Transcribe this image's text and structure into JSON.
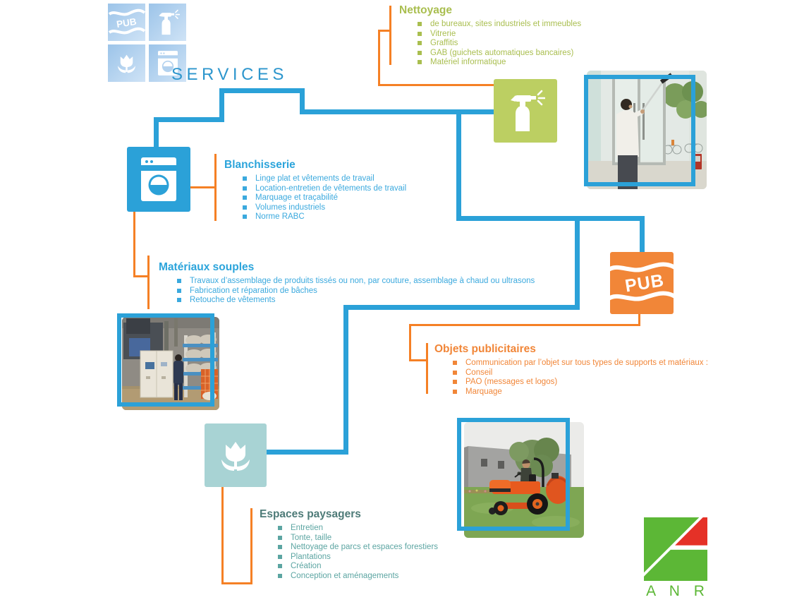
{
  "colors": {
    "blue": "#2BA1D8",
    "blue_title": "#2BA4DB",
    "blue_text": "#3BA9DE",
    "olive": "#BCCF62",
    "olive_text": "#A9BE4F",
    "orange": "#F18638",
    "orange_line": "#F58025",
    "teal": "#A8D3D4",
    "teal_title": "#4E7B78",
    "teal_text": "#5CA5A2",
    "services_blue": "#2D96CD",
    "anr_green": "#5CB736",
    "anr_red": "#E53127",
    "tile_grad_1": "#9CC4E9",
    "tile_grad_2": "#CFE3F6"
  },
  "header": {
    "services_title": "SERVICES"
  },
  "logo_grid": {
    "pub_label": "PUB"
  },
  "pub_tile": {
    "label": "PUB"
  },
  "anr": {
    "label": "A N R"
  },
  "icons": {
    "washing_machine": "washing-machine-icon",
    "spray_bottle": "spray-bottle-icon",
    "tulip": "tulip-flower-icon",
    "pub_waves": "pub-waves-icon",
    "bullet": "square-bullet-icon"
  },
  "sections": [
    {
      "id": "nettoyage",
      "title": "Nettoyage",
      "items": [
        "de bureaux, sites industriels et immeubles",
        "Vitrerie",
        "Graffitis",
        "GAB (guichets automatiques bancaires)",
        "Matériel informatique"
      ]
    },
    {
      "id": "blanchisserie",
      "title": "Blanchisserie",
      "items": [
        "Linge plat et vêtements de travail",
        "Location-entretien de vêtements de travail",
        "Marquage et traçabilité",
        "Volumes industriels",
        "Norme RABC"
      ]
    },
    {
      "id": "materiaux-souples",
      "title": "Matériaux souples",
      "items": [
        "Travaux d’assemblage de produits tissés ou non, par couture, assemblage à chaud ou ultrasons",
        "Fabrication et réparation de bâches",
        "Retouche de vêtements"
      ]
    },
    {
      "id": "objets-publicitaires",
      "title": "Objets publicitaires",
      "items": [
        "Communication par l’objet sur tous types de supports et matériaux :",
        "Conseil",
        "PAO (messages et logos)",
        "Marquage"
      ]
    },
    {
      "id": "espaces-paysagers",
      "title": "Espaces paysagers",
      "items": [
        "Entretien",
        "Tonte, taille",
        "Nettoyage de parcs et espaces forestiers",
        "Plantations",
        "Création",
        "Conception et aménagements"
      ]
    }
  ]
}
